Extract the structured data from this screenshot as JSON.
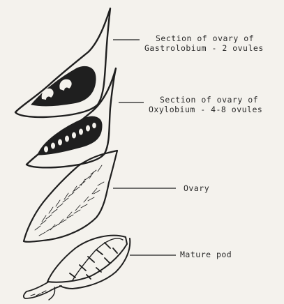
{
  "labels": {
    "gastrolobium": {
      "line1": "Section of ovary of",
      "line2": "Gastrolobium - 2 ovules"
    },
    "oxylobium": {
      "line1": "Section of ovary of",
      "line2": "Oxylobium - 4-8 ovules"
    },
    "ovary": "Ovary",
    "pod": "Mature pod"
  },
  "colors": {
    "ink": "#1f1f1f",
    "paper": "#f4f2ed"
  }
}
